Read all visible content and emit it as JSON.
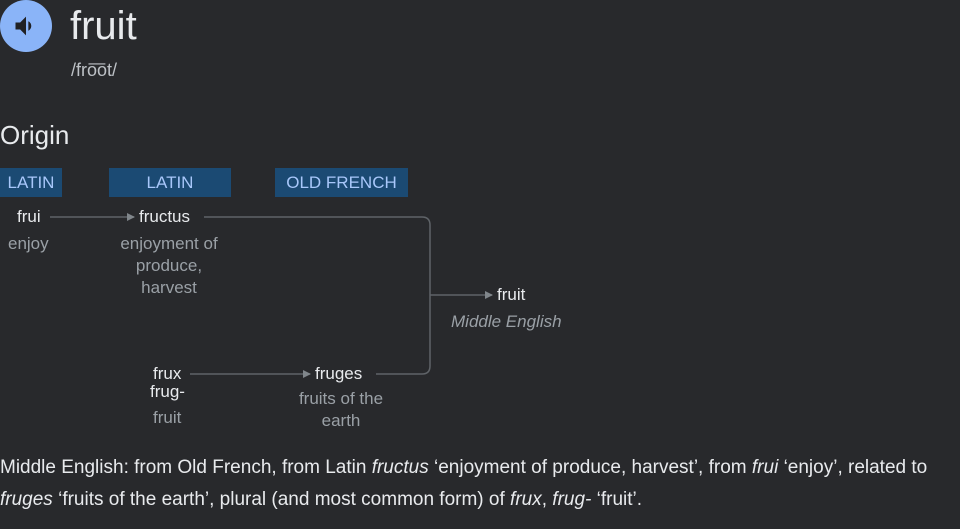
{
  "header": {
    "speaker_icon": "speaker-icon",
    "word": "fruit",
    "phonetic": "/fro͞ot/"
  },
  "origin": {
    "title": "Origin",
    "languages": [
      "LATIN",
      "LATIN",
      "OLD FRENCH"
    ],
    "nodes": {
      "frui": {
        "term": "frui",
        "gloss": "enjoy"
      },
      "fructus": {
        "term": "fructus",
        "gloss_lines": [
          "enjoyment of",
          "produce,",
          "harvest"
        ]
      },
      "frux": {
        "term_lines": [
          "frux",
          "frug-"
        ],
        "gloss": "fruit"
      },
      "fruges": {
        "term": "fruges",
        "gloss_lines": [
          "fruits of the",
          "earth"
        ]
      },
      "fruit": {
        "term": "fruit",
        "gloss": "Middle English"
      }
    }
  },
  "description": {
    "segments": [
      {
        "text": "Middle English: from Old French, from Latin ",
        "italic": false
      },
      {
        "text": "fructus",
        "italic": true
      },
      {
        "text": " ‘enjoyment of produce, harvest’, from ",
        "italic": false
      },
      {
        "text": "frui",
        "italic": true
      },
      {
        "text": " ‘enjoy’, related to ",
        "italic": false
      },
      {
        "text": "fruges",
        "italic": true
      },
      {
        "text": " ‘fruits of the earth’, plural (and most common form) of ",
        "italic": false
      },
      {
        "text": "frux",
        "italic": true
      },
      {
        "text": ", ",
        "italic": false
      },
      {
        "text": "frug-",
        "italic": true
      },
      {
        "text": " ‘fruit’.",
        "italic": false
      }
    ]
  },
  "colors": {
    "background": "#28292c",
    "accent_blue": "#8ab4f8",
    "lang_badge_bg": "#1b4a73",
    "lang_badge_text": "#a8c7fa",
    "muted_text": "#9aa0a6",
    "connector_line": "#5f6368"
  }
}
